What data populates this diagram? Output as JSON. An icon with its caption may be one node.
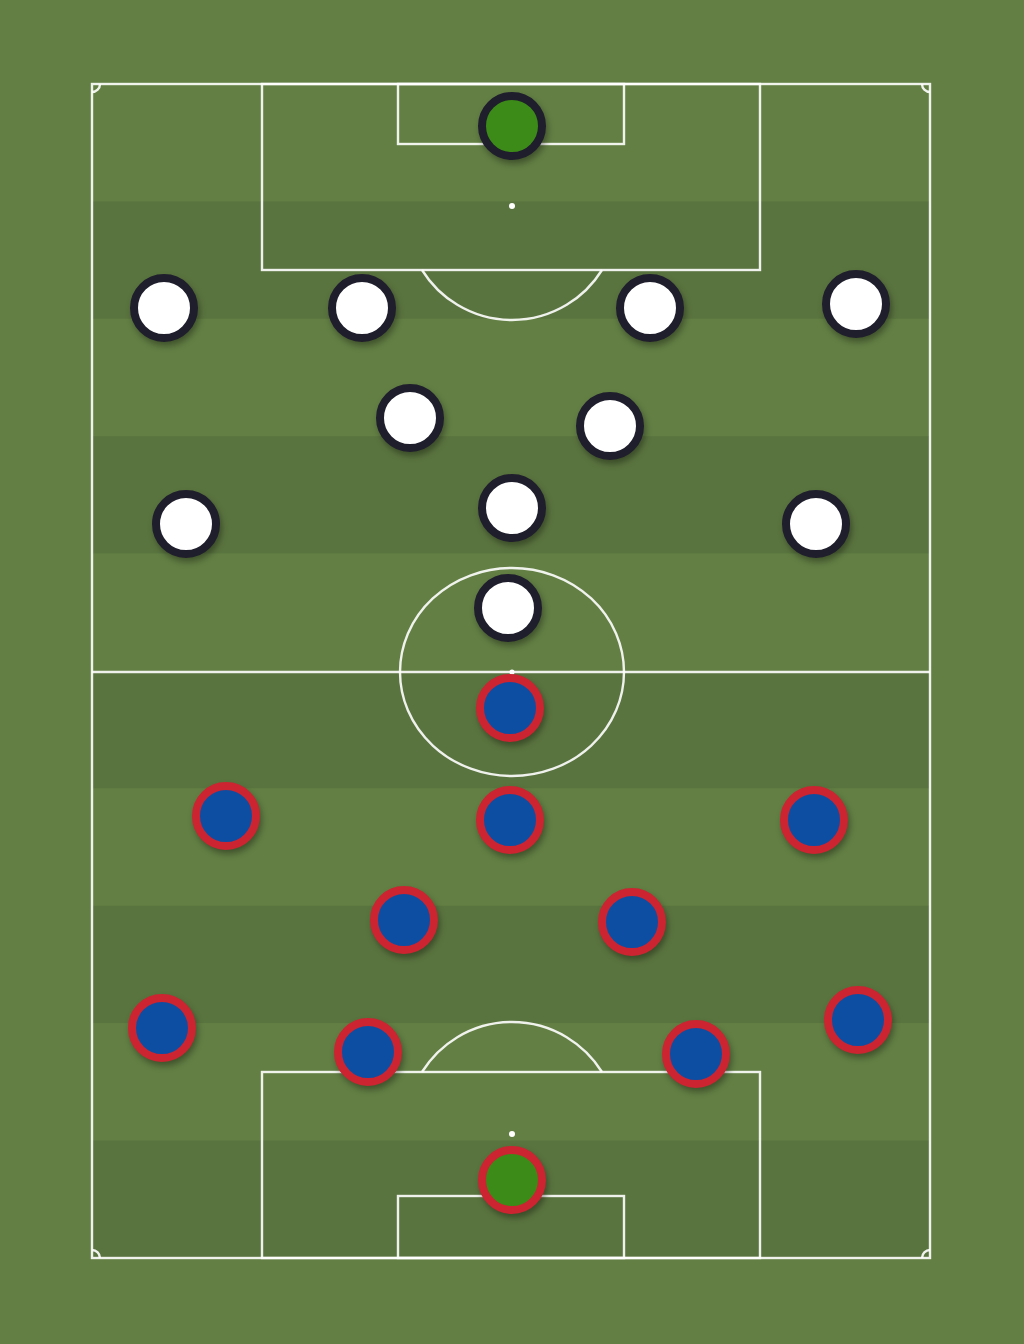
{
  "diagram": {
    "nodes": [
      {
        "text": [],
        "shape": "circle"
      },
      {
        "text": [],
        "shape": "circle"
      },
      {
        "text": [],
        "shape": "circle"
      },
      {
        "text": [],
        "shape": "circle"
      },
      {
        "text": [],
        "shape": "circle"
      },
      {
        "text": [],
        "shape": "circle"
      },
      {
        "text": [],
        "shape": "circle"
      },
      {
        "text": [],
        "shape": "circle"
      },
      {
        "text": [],
        "shape": "circle"
      },
      {
        "text": [],
        "shape": "circle"
      },
      {
        "text": [],
        "shape": "circle"
      },
      {
        "text": [],
        "shape": "circle"
      },
      {
        "text": [],
        "shape": "circle"
      },
      {
        "text": [],
        "shape": "circle"
      },
      {
        "text": [],
        "shape": "circle"
      },
      {
        "text": [],
        "shape": "circle"
      },
      {
        "text": [],
        "shape": "circle"
      },
      {
        "text": [],
        "shape": "circle"
      },
      {
        "text": [],
        "shape": "circle"
      },
      {
        "text": [],
        "shape": "circle"
      },
      {
        "text": [],
        "shape": "circle"
      },
      {
        "text": [],
        "shape": "circle"
      }
    ]
  }
}
